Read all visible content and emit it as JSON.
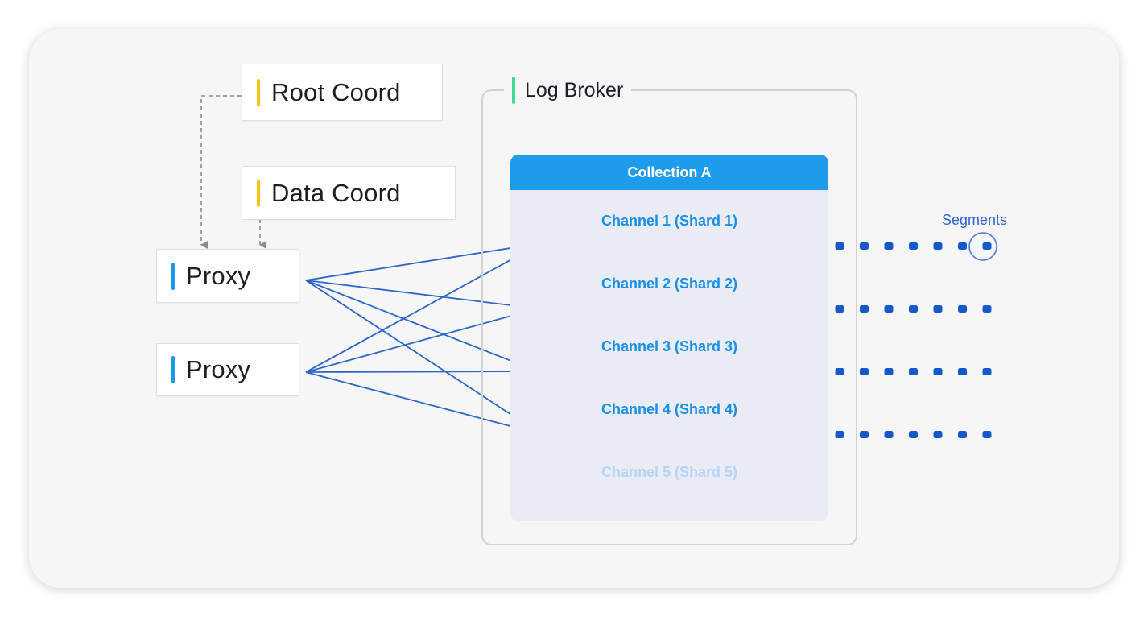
{
  "nodes": {
    "root_coord": "Root Coord",
    "data_coord": "Data Coord",
    "proxy_1": "Proxy",
    "proxy_2": "Proxy"
  },
  "log_broker": {
    "title": "Log Broker",
    "collection": {
      "name": "Collection A",
      "channels": [
        {
          "label": "Channel 1 (Shard 1)",
          "faded": false
        },
        {
          "label": "Channel 2 (Shard 2)",
          "faded": false
        },
        {
          "label": "Channel 3 (Shard 3)",
          "faded": false
        },
        {
          "label": "Channel 4 (Shard 4)",
          "faded": false
        },
        {
          "label": "Channel 5 (Shard 5)",
          "faded": true
        }
      ]
    }
  },
  "segments_label": "Segments",
  "colors": {
    "coord_accent": "#f5c21a",
    "proxy_accent": "#1e9bea",
    "broker_accent": "#3ddc8e",
    "collection_header": "#1e9bea",
    "channel_label": "#1a8fe4",
    "arrow": "#2c66c8",
    "segment_dot": "#1459c9",
    "dashed_connector": "#8a8a8e"
  }
}
